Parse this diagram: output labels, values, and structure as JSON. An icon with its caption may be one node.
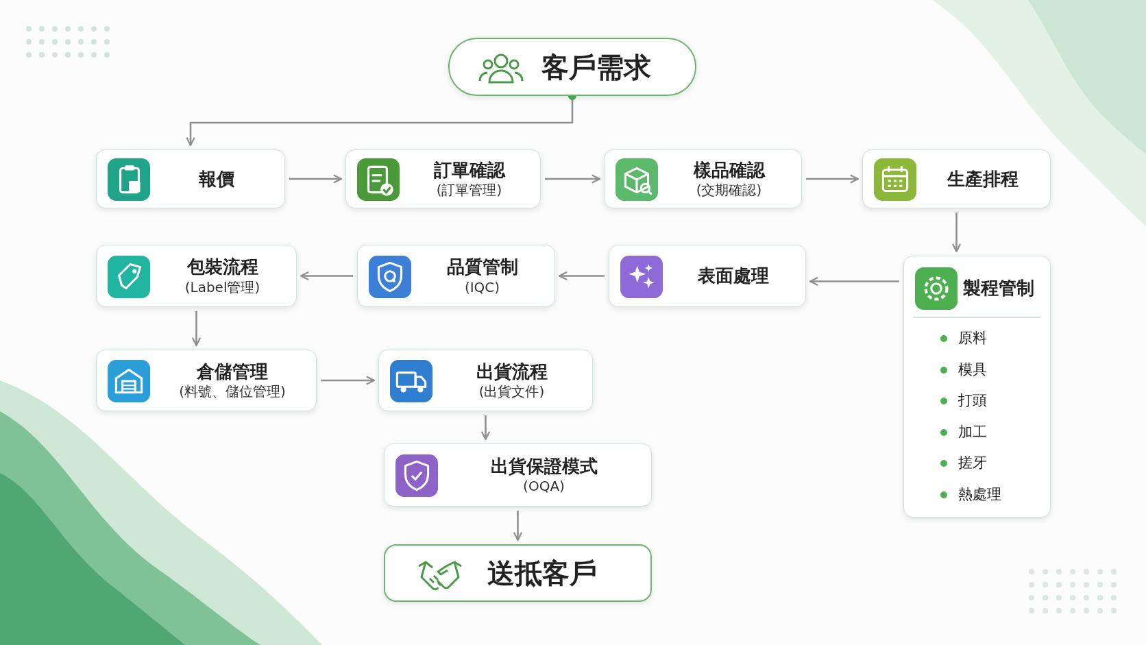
{
  "diagram": {
    "nodes": [
      {
        "text": [
          "客戶需求"
        ]
      },
      {
        "text": [
          "報價"
        ]
      },
      {
        "text": [
          "訂單確認",
          "(訂單管理)"
        ]
      },
      {
        "text": [
          "樣品確認",
          "(交期確認)"
        ]
      },
      {
        "text": [
          "生產排程"
        ]
      },
      {
        "text": [
          "製程管制",
          "原料",
          "模具",
          "打頭",
          "加工",
          "搓牙",
          "熱處理"
        ]
      },
      {
        "text": [
          "表面處理"
        ]
      },
      {
        "text": [
          "品質管制",
          "(IQC)"
        ]
      },
      {
        "text": [
          "包裝流程",
          "(Label管理)"
        ]
      },
      {
        "text": [
          "倉儲管理",
          "(料號、儲位管理)"
        ]
      },
      {
        "text": [
          "出貨流程",
          "(出貨文件)"
        ]
      },
      {
        "text": [
          "出貨保證模式",
          "(OQA)"
        ]
      },
      {
        "text": [
          "送抵客戶"
        ]
      }
    ],
    "edges": [
      {
        "from": 0,
        "to": 1,
        "arrow": "to"
      },
      {
        "from": 1,
        "to": 2,
        "arrow": "to"
      },
      {
        "from": 2,
        "to": 3,
        "arrow": "to"
      },
      {
        "from": 3,
        "to": 4,
        "arrow": "to"
      },
      {
        "from": 4,
        "to": 5,
        "arrow": "to"
      },
      {
        "from": 5,
        "to": 6,
        "arrow": "to"
      },
      {
        "from": 6,
        "to": 7,
        "arrow": "to"
      },
      {
        "from": 7,
        "to": 8,
        "arrow": "to"
      },
      {
        "from": 8,
        "to": 9,
        "arrow": "to"
      },
      {
        "from": 9,
        "to": 10,
        "arrow": "to"
      },
      {
        "from": 10,
        "to": 11,
        "arrow": "to"
      },
      {
        "from": 11,
        "to": 12,
        "arrow": "to"
      }
    ]
  }
}
